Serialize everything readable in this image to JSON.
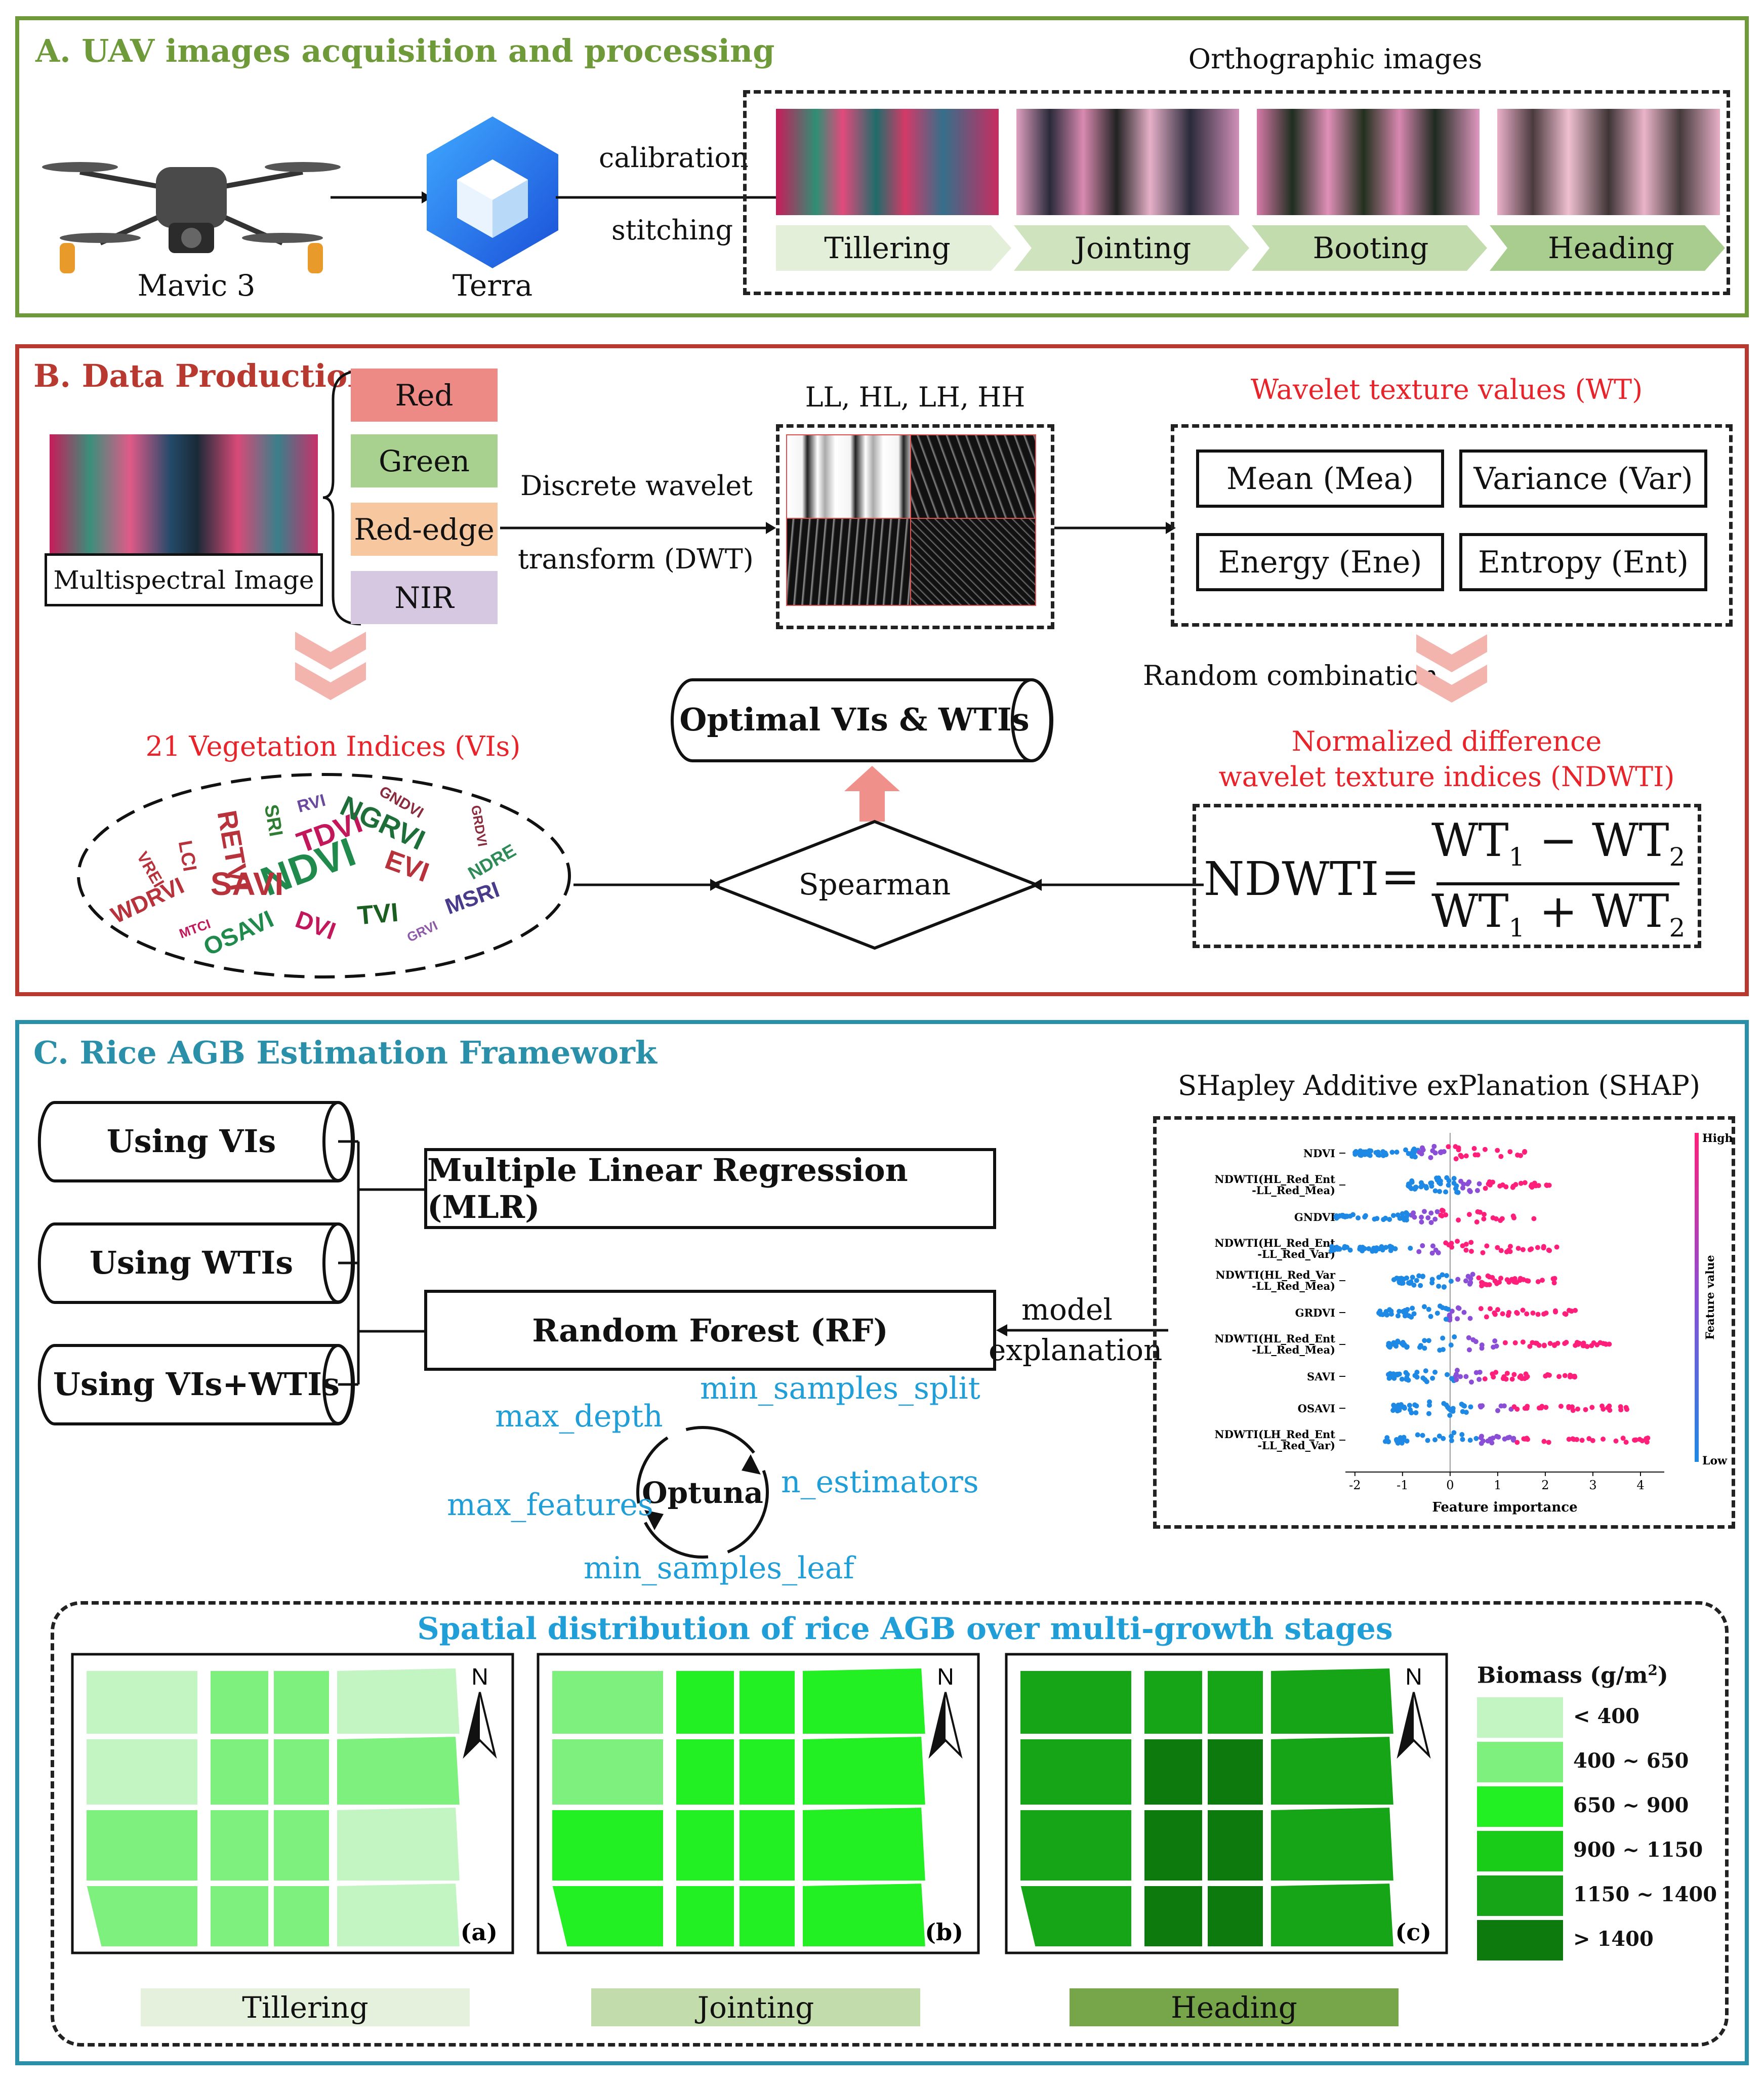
{
  "panel_a": {
    "title": "A. UAV images acquisition and processing",
    "drone_label": "Mavic 3",
    "software_label": "Terra",
    "arrow_top_label": "calibration",
    "arrow_bottom_label": "stitching",
    "ortho_title": "Orthographic images",
    "stages": [
      "Tillering",
      "Jointing",
      "Booting",
      "Heading"
    ]
  },
  "panel_b": {
    "title": "B. Data Production",
    "image_label": "Multispectral Image",
    "bands": [
      "Red",
      "Green",
      "Red-edge",
      "NIR"
    ],
    "dwt_top": "Discrete wavelet",
    "dwt_bottom": "transform (DWT)",
    "subbands_title": "LL, HL, LH, HH",
    "wt_title": "Wavelet texture values (WT)",
    "wt_items": [
      "Mean (Mea)",
      "Variance (Var)",
      "Energy (Ene)",
      "Entropy (Ent)"
    ],
    "random_label": "Random  combination",
    "ndwti_title_1": "Normalized difference",
    "ndwti_title_2": "wavelet texture indices (NDWTI)",
    "formula_lhs": "NDWTI",
    "formula_eq": "=",
    "formula_num_a": "WT",
    "formula_num_a_sub": "1",
    "formula_num_op": "−",
    "formula_num_b": "WT",
    "formula_num_b_sub": "2",
    "formula_den_a": "WT",
    "formula_den_a_sub": "1",
    "formula_den_op": "+",
    "formula_den_b": "WT",
    "formula_den_b_sub": "2",
    "vi_title": "21 Vegetation Indices (VIs)",
    "optimal_label": "Optimal VIs & WTIs",
    "spearman_label": "Spearman",
    "word_cloud": [
      {
        "text": "NDVI",
        "color": "#1f8a4c"
      },
      {
        "text": "SAVI",
        "color": "#b8323c"
      },
      {
        "text": "TDVI",
        "color": "#c2185b"
      },
      {
        "text": "NGRVI",
        "color": "#1e6e3a"
      },
      {
        "text": "EVI",
        "color": "#b8323c"
      },
      {
        "text": "TVI",
        "color": "#1a5e20"
      },
      {
        "text": "RETVI",
        "color": "#b8323c"
      },
      {
        "text": "WDRVI",
        "color": "#b8323c"
      },
      {
        "text": "OSAVI",
        "color": "#1f8a4c"
      },
      {
        "text": "DVI",
        "color": "#c2185b"
      },
      {
        "text": "MSRI",
        "color": "#4a3a8c"
      },
      {
        "text": "NDRE",
        "color": "#2e8b57"
      },
      {
        "text": "GNDVI",
        "color": "#8a2b3e"
      },
      {
        "text": "GRDVI",
        "color": "#8a2b3e"
      },
      {
        "text": "RVI",
        "color": "#6a4a9c"
      },
      {
        "text": "SRI",
        "color": "#2e7d32"
      },
      {
        "text": "LCI",
        "color": "#b8323c"
      },
      {
        "text": "VREI",
        "color": "#b8323c"
      },
      {
        "text": "MTCI",
        "color": "#c2185b"
      },
      {
        "text": "GRVI",
        "color": "#8e5aa8"
      }
    ]
  },
  "panel_c": {
    "title": "C. Rice AGB Estimation Framework",
    "inputs": [
      "Using VIs",
      "Using WTIs",
      "Using VIs+WTIs"
    ],
    "mlr_label": "Multiple Linear Regression (MLR)",
    "rf_label": "Random Forest (RF)",
    "model_expl_1": "model",
    "model_expl_2": "explanation",
    "optuna_label": "Optuna",
    "hyperparams": {
      "max_depth": "max_depth",
      "min_samples_split": "min_samples_split",
      "max_features": "max_features",
      "n_estimators": "n_estimators",
      "min_samples_leaf": "min_samples_leaf"
    },
    "shap_title": "SHapley Additive exPlanation (SHAP)",
    "shap_high": "High",
    "shap_low": "Low",
    "shap_feature_value": "Feature value",
    "shap_xlabel": "Feature importance",
    "spatial_title": "Spatial distribution of rice AGB over multi-growth stages",
    "map_letters": [
      "(a)",
      "(b)",
      "(c)"
    ],
    "north": "N",
    "stage_labels": [
      "Tillering",
      "Jointing",
      "Heading"
    ],
    "legend_title": "Biomass (g/m",
    "legend_title_sup": "2",
    "legend_title_close": ")",
    "legend_items": [
      {
        "label": "< 400",
        "color": "#c2f5c2"
      },
      {
        "label": "400 ~ 650",
        "color": "#7ef07e"
      },
      {
        "label": "650 ~ 900",
        "color": "#22f022"
      },
      {
        "label": "900 ~ 1150",
        "color": "#18cc18"
      },
      {
        "label": "1150 ~ 1400",
        "color": "#16a516"
      },
      {
        "label": "> 1400",
        "color": "#0d7a0d"
      }
    ]
  },
  "chart_data": {
    "type": "scatter",
    "title": "SHapley Additive exPlanation (SHAP)",
    "xlabel": "Feature importance",
    "xlim": [
      -2.2,
      4.5
    ],
    "xticks": [
      -2,
      -1,
      0,
      1,
      2,
      3,
      4
    ],
    "colorbar": {
      "high": "High",
      "low": "Low",
      "label": "Feature value"
    },
    "features": [
      {
        "name": "NDVI",
        "name2": "",
        "min": -2.0,
        "max": 1.8
      },
      {
        "name": "NDWTI(HL_Red_Ent",
        "name2": "-LL_Red_Mea)",
        "min": -0.9,
        "max": 2.2
      },
      {
        "name": "GNDVI",
        "name2": "",
        "min": -2.4,
        "max": 2.0
      },
      {
        "name": "NDWTI(HL_Red_Ent",
        "name2": "-LL_Red_Var)",
        "min": -2.5,
        "max": 2.3
      },
      {
        "name": "NDWTI(HL_Red_Var",
        "name2": "-LL_Red_Mea)",
        "min": -1.2,
        "max": 2.3
      },
      {
        "name": "GRDVI",
        "name2": "",
        "min": -1.5,
        "max": 2.7
      },
      {
        "name": "NDWTI(HL_Red_Ent",
        "name2": "-LL_Red_Mea)",
        "min": -1.3,
        "max": 3.4
      },
      {
        "name": "SAVI",
        "name2": "",
        "min": -1.3,
        "max": 2.7
      },
      {
        "name": "OSAVI",
        "name2": "",
        "min": -1.2,
        "max": 3.8
      },
      {
        "name": "NDWTI(LH_Red_Ent",
        "name2": "-LL_Red_Var)",
        "min": -1.4,
        "max": 4.2
      }
    ]
  }
}
